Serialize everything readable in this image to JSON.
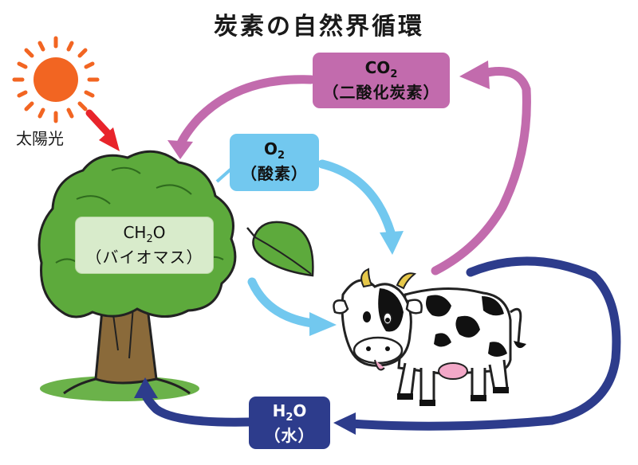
{
  "title": "炭素の自然界循環",
  "sunlight_label": "太陽光",
  "boxes": {
    "co2": {
      "formula_main": "CO",
      "formula_sub": "2",
      "name": "（二酸化炭素）"
    },
    "o2": {
      "formula_main": "O",
      "formula_sub": "2",
      "name": "（酸素）"
    },
    "ch2o": {
      "formula_pre": "CH",
      "formula_sub": "2",
      "formula_post": "O",
      "name": "（バイオマス）"
    },
    "h2o": {
      "formula_pre": "H",
      "formula_sub": "2",
      "formula_post": "O",
      "name": "（水）"
    }
  },
  "colors": {
    "co2_arrow": "#c26bad",
    "o2_arrow": "#72c8ef",
    "h2o_arrow": "#2d3c8c",
    "sun": "#f26522",
    "sunlight_arrow": "#e8242b",
    "tree_foliage": "#5daa3c",
    "tree_trunk": "#8a6a3a",
    "leaf": "#5daa3c"
  },
  "icons": [
    "sun-icon",
    "tree-icon",
    "leaf-icon",
    "cow-icon"
  ]
}
